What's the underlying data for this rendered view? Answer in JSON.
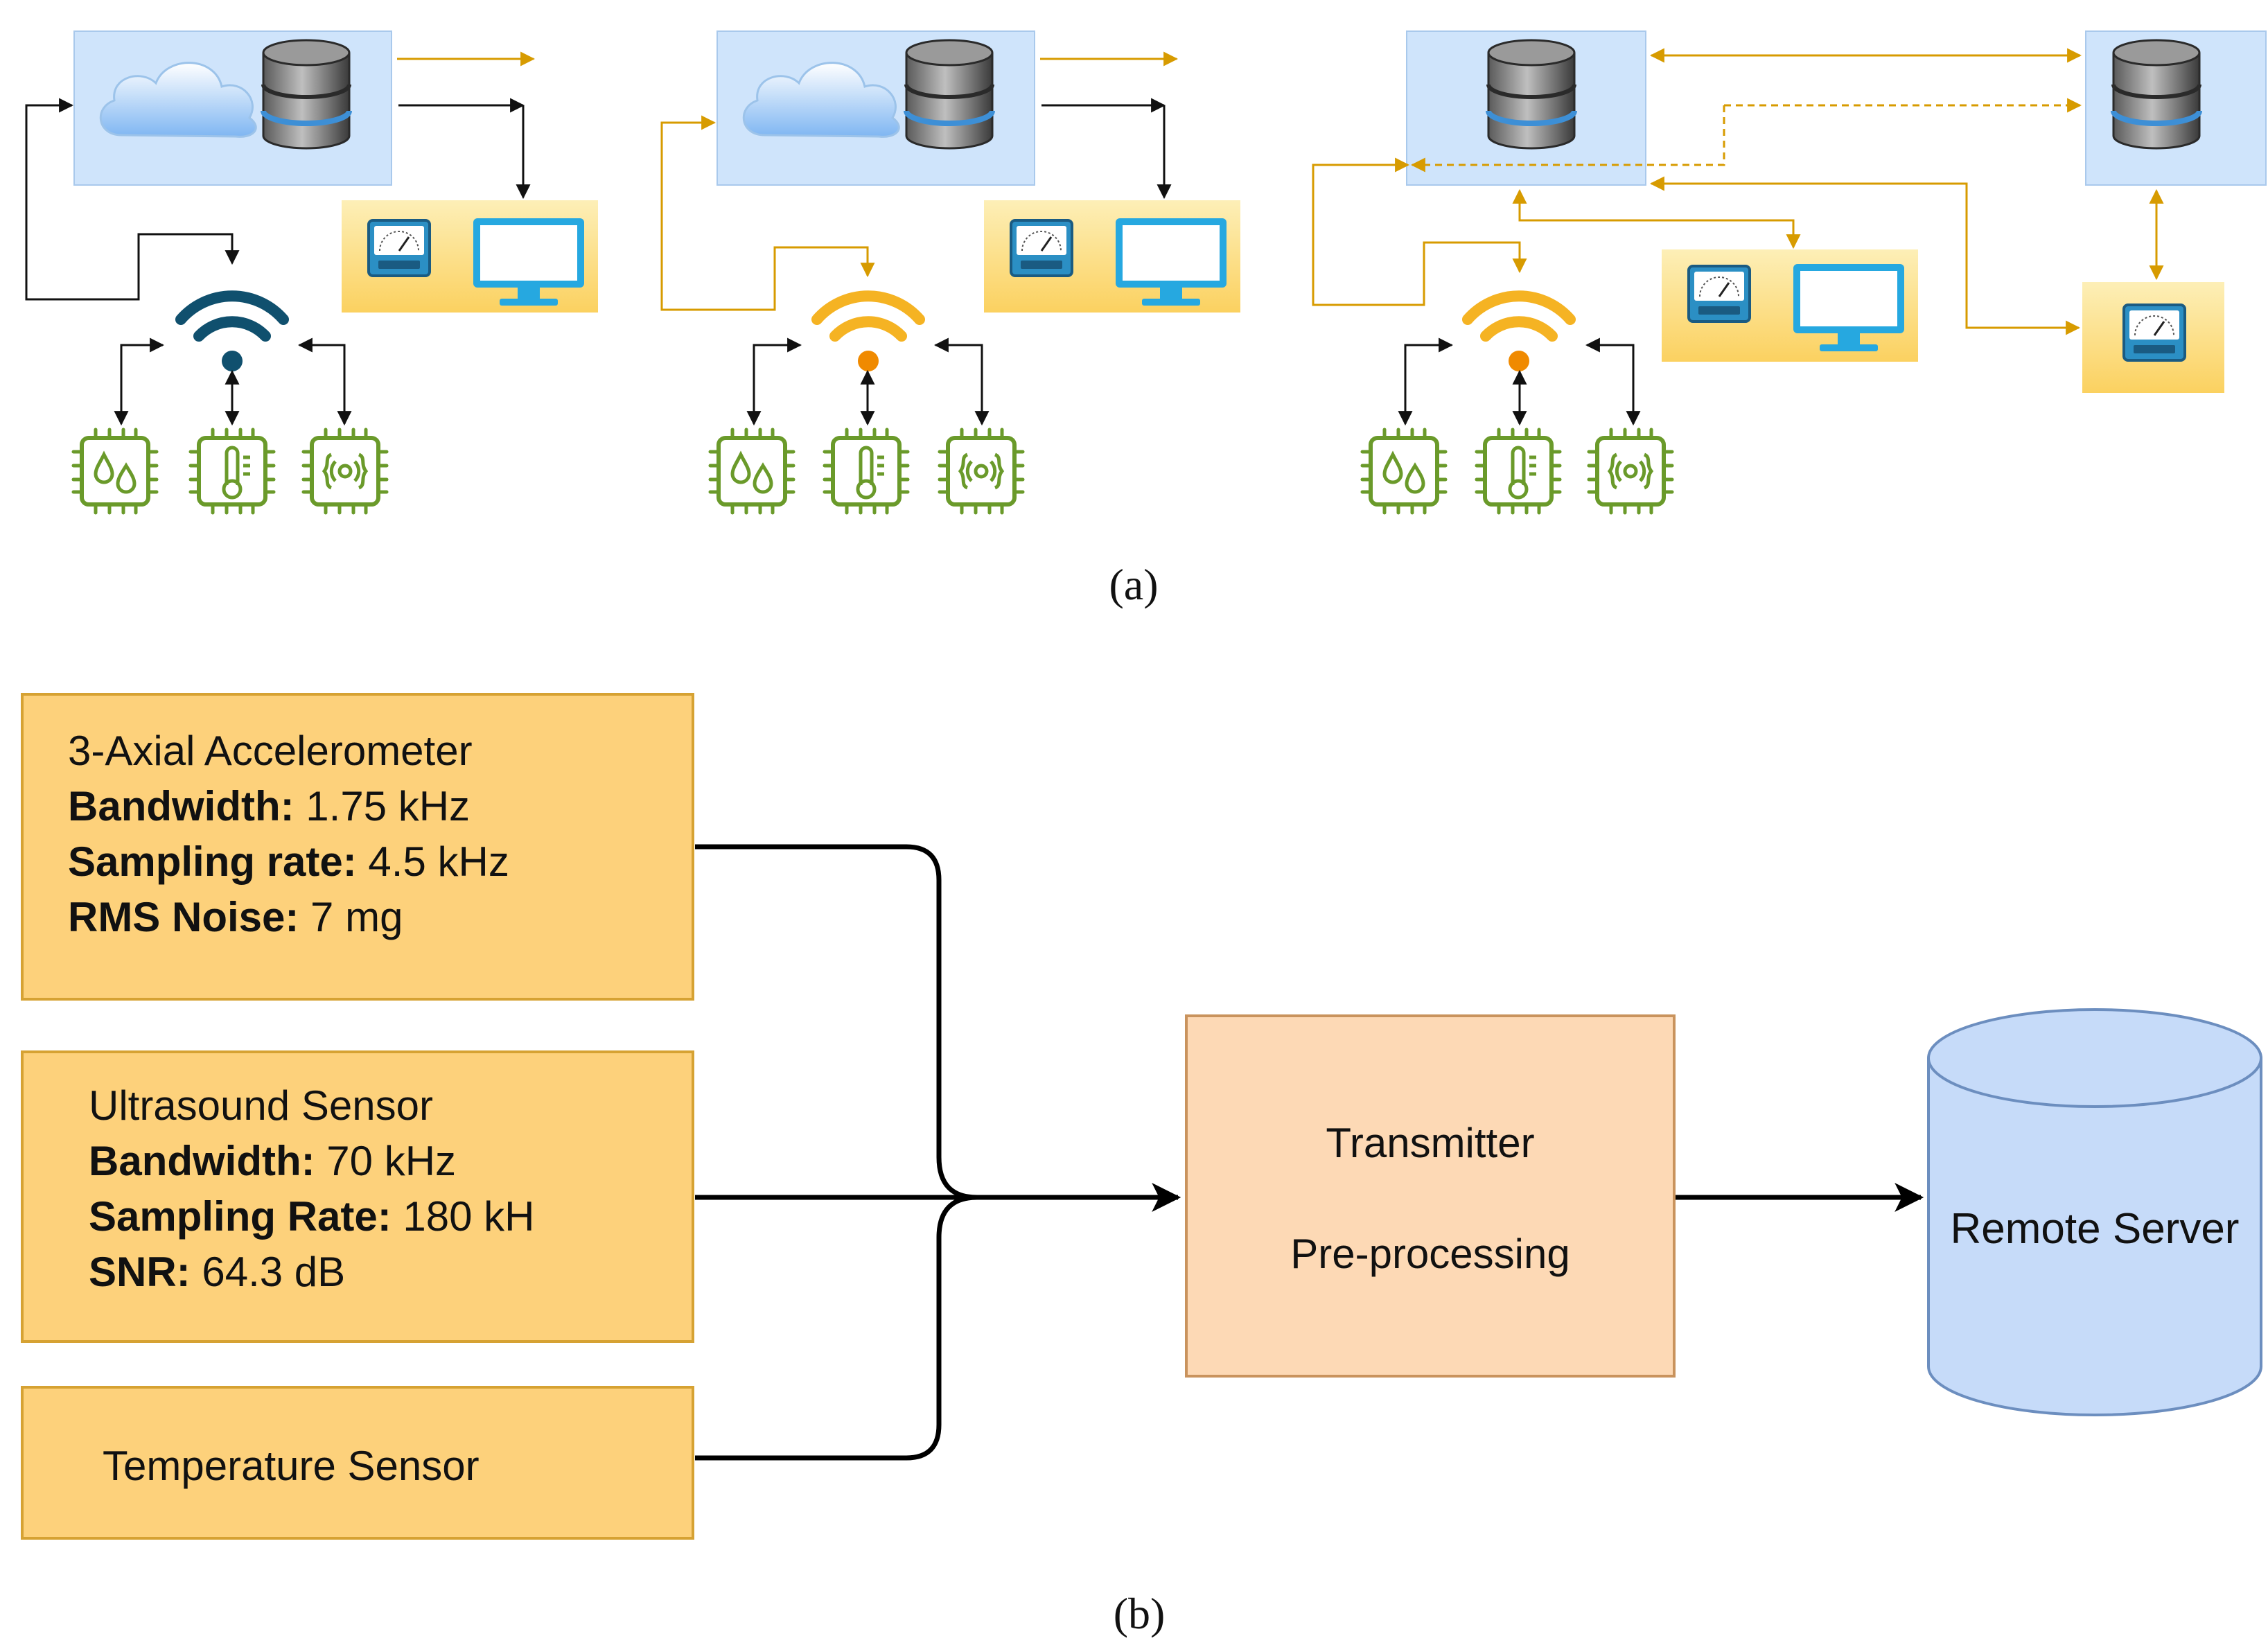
{
  "panel_a": {
    "caption": "(a)"
  },
  "panel_b": {
    "caption": "(b)",
    "accelerometer": {
      "title": "3-Axial Accelerometer",
      "rows": [
        {
          "key": "Bandwidth:",
          "value": " 1.75 kHz"
        },
        {
          "key": "Sampling rate:",
          "value": " 4.5 kHz"
        },
        {
          "key": "RMS Noise:",
          "value": " 7 mg"
        }
      ]
    },
    "ultrasound": {
      "title": "Ultrasound Sensor",
      "rows": [
        {
          "key": "Bandwidth:",
          "value": " 70 kHz"
        },
        {
          "key": "Sampling Rate:",
          "value": " 180 kH"
        },
        {
          "key": "SNR:",
          "value": " 64.3 dB"
        }
      ]
    },
    "temperature": {
      "title": "Temperature Sensor"
    },
    "processor": {
      "line1": "Transmitter",
      "line2": "Pre-processing"
    },
    "server": {
      "label": "Remote Server"
    }
  },
  "colors": {
    "sensor_box": "#fdd17b",
    "processor_box": "#fdd9b5",
    "server_fill": "#c6dbf9",
    "server_stroke": "#6c8ebf",
    "cloud_panel": "#cfe4fb",
    "monitor_panel": "#fde7a1",
    "orange_line": "#d79b00",
    "chip_green": "#6a9a2a",
    "wifi_dark": "#10506e",
    "wifi_orange": "#f5b323",
    "screen_blue": "#26a8e0"
  }
}
